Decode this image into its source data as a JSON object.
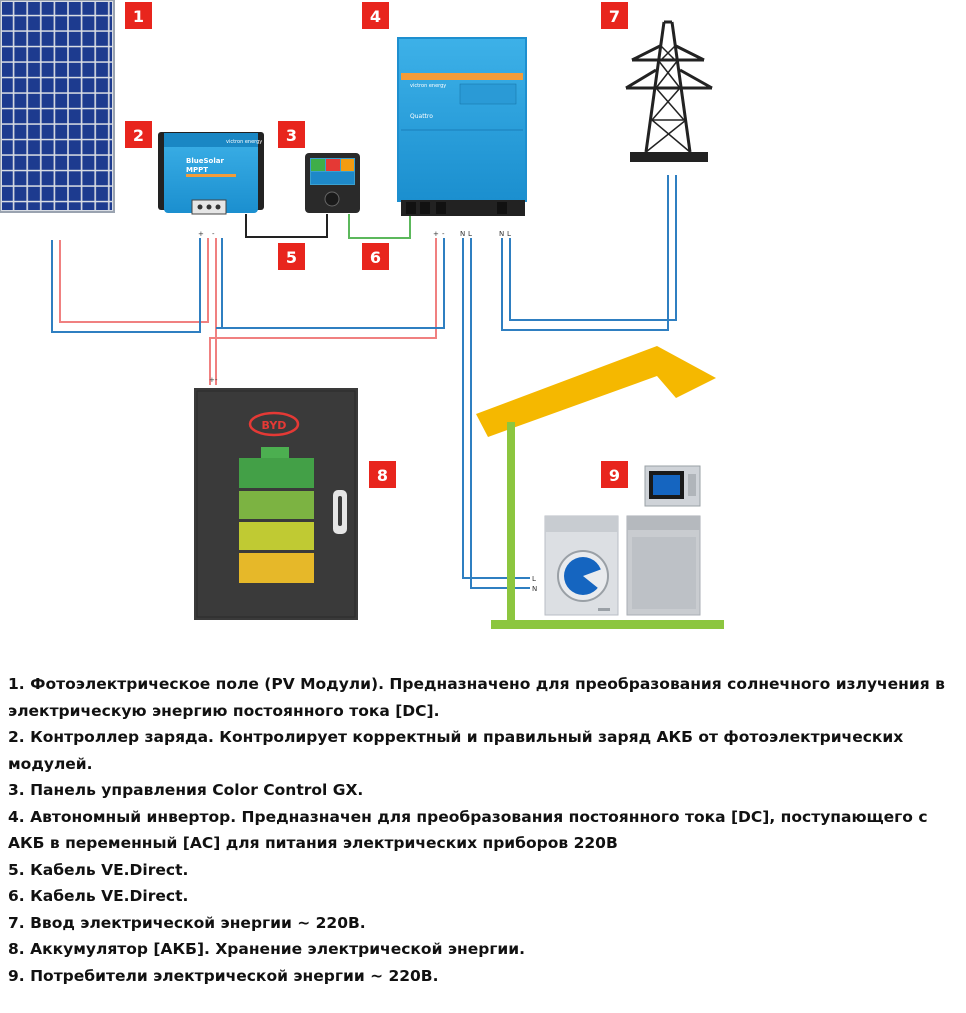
{
  "badges": {
    "b1": "1",
    "b2": "2",
    "b3": "3",
    "b4": "4",
    "b5": "5",
    "b6": "6",
    "b7": "7",
    "b8": "8",
    "b9": "9"
  },
  "devices": {
    "mppt_brand": "victron energy",
    "mppt_name_line1": "BlueSolar",
    "mppt_name_line2": "MPPT",
    "inverter_brand": "victron energy",
    "inverter_name": "Quattro",
    "battery_brand": "BYD"
  },
  "terminals": {
    "plus": "+",
    "minus": "-",
    "neutral": "N",
    "line": "L"
  },
  "colors": {
    "badge": "#e8251d",
    "victron_blue": "#1f9bd7",
    "dc_plus": "#f08080",
    "dc_minus": "#2f7fc1",
    "ve_direct_green": "#5cb85c",
    "roof": "#f5b800",
    "house_green": "#8cc63f",
    "battery_cabinet": "#3a3a3a"
  },
  "legend": [
    "1. Фотоэлектрическое поле (PV Модули). Предназначено для преобразования солнечного излучения в электрическую энергию постоянного тока [DC].",
    "2. Контроллер заряда. Контролирует корректный и правильный заряд АКБ от фотоэлектрических модулей.",
    "3. Панель управления Color Control GX.",
    "4. Автономный инвертор. Предназначен для преобразования постоянного тока [DC], поступающего с АКБ в переменный [AC] для питания электрических приборов 220В",
    "5. Кабель VE.Direct.",
    "6. Кабель VE.Direct.",
    "7. Ввод электрической энергии ~ 220В.",
    "8. Аккумулятор [АКБ]. Хранение электрической энергии.",
    "9. Потребители электрической энергии ~ 220В."
  ]
}
